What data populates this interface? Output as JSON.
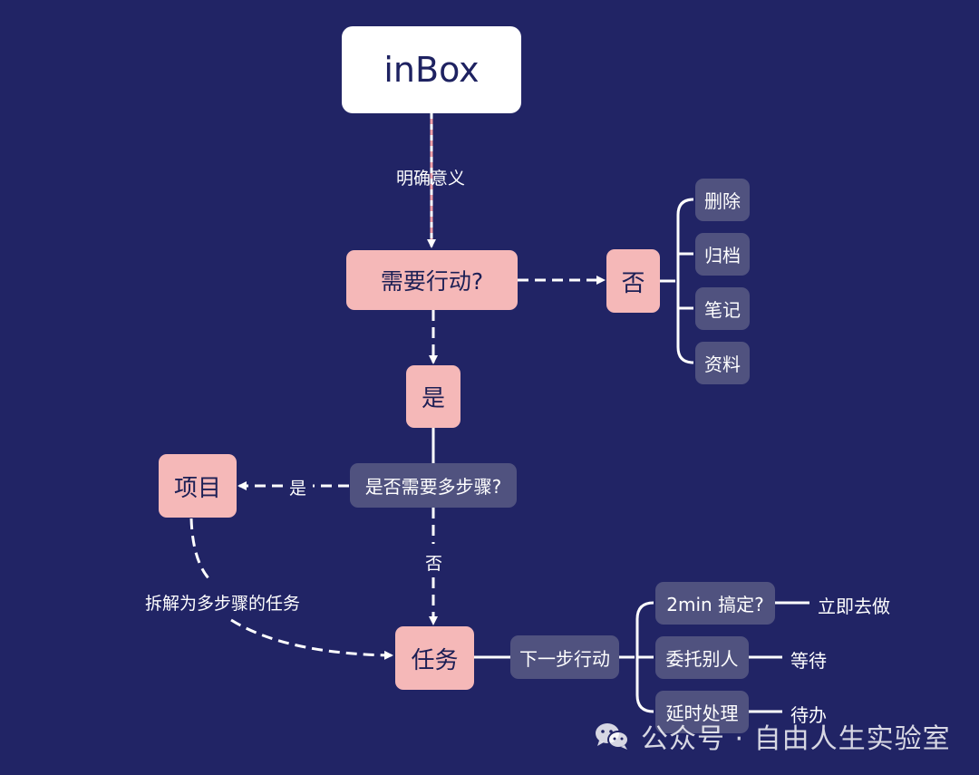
{
  "diagram": {
    "inbox": "inBox",
    "clarify_label": "明确意义",
    "need_action": "需要行动?",
    "no": "否",
    "no_branches": [
      "删除",
      "归档",
      "笔记",
      "资料"
    ],
    "yes": "是",
    "multi_step_question": "是否需要多步骤?",
    "yes_small": "是",
    "no_small": "否",
    "project": "项目",
    "break_down_label": "拆解为多步骤的任务",
    "task": "任务",
    "next_action": "下一步行动",
    "options": [
      "2min 搞定?",
      "委托别人",
      "延时处理"
    ],
    "outcomes": [
      "立即去做",
      "等待",
      "待办"
    ]
  },
  "watermark": {
    "text": "公众号 · 自由人生实验室"
  },
  "colors": {
    "background": "#212465",
    "pink": "#f5b8b8",
    "grey": "#50527f",
    "white": "#ffffff"
  }
}
